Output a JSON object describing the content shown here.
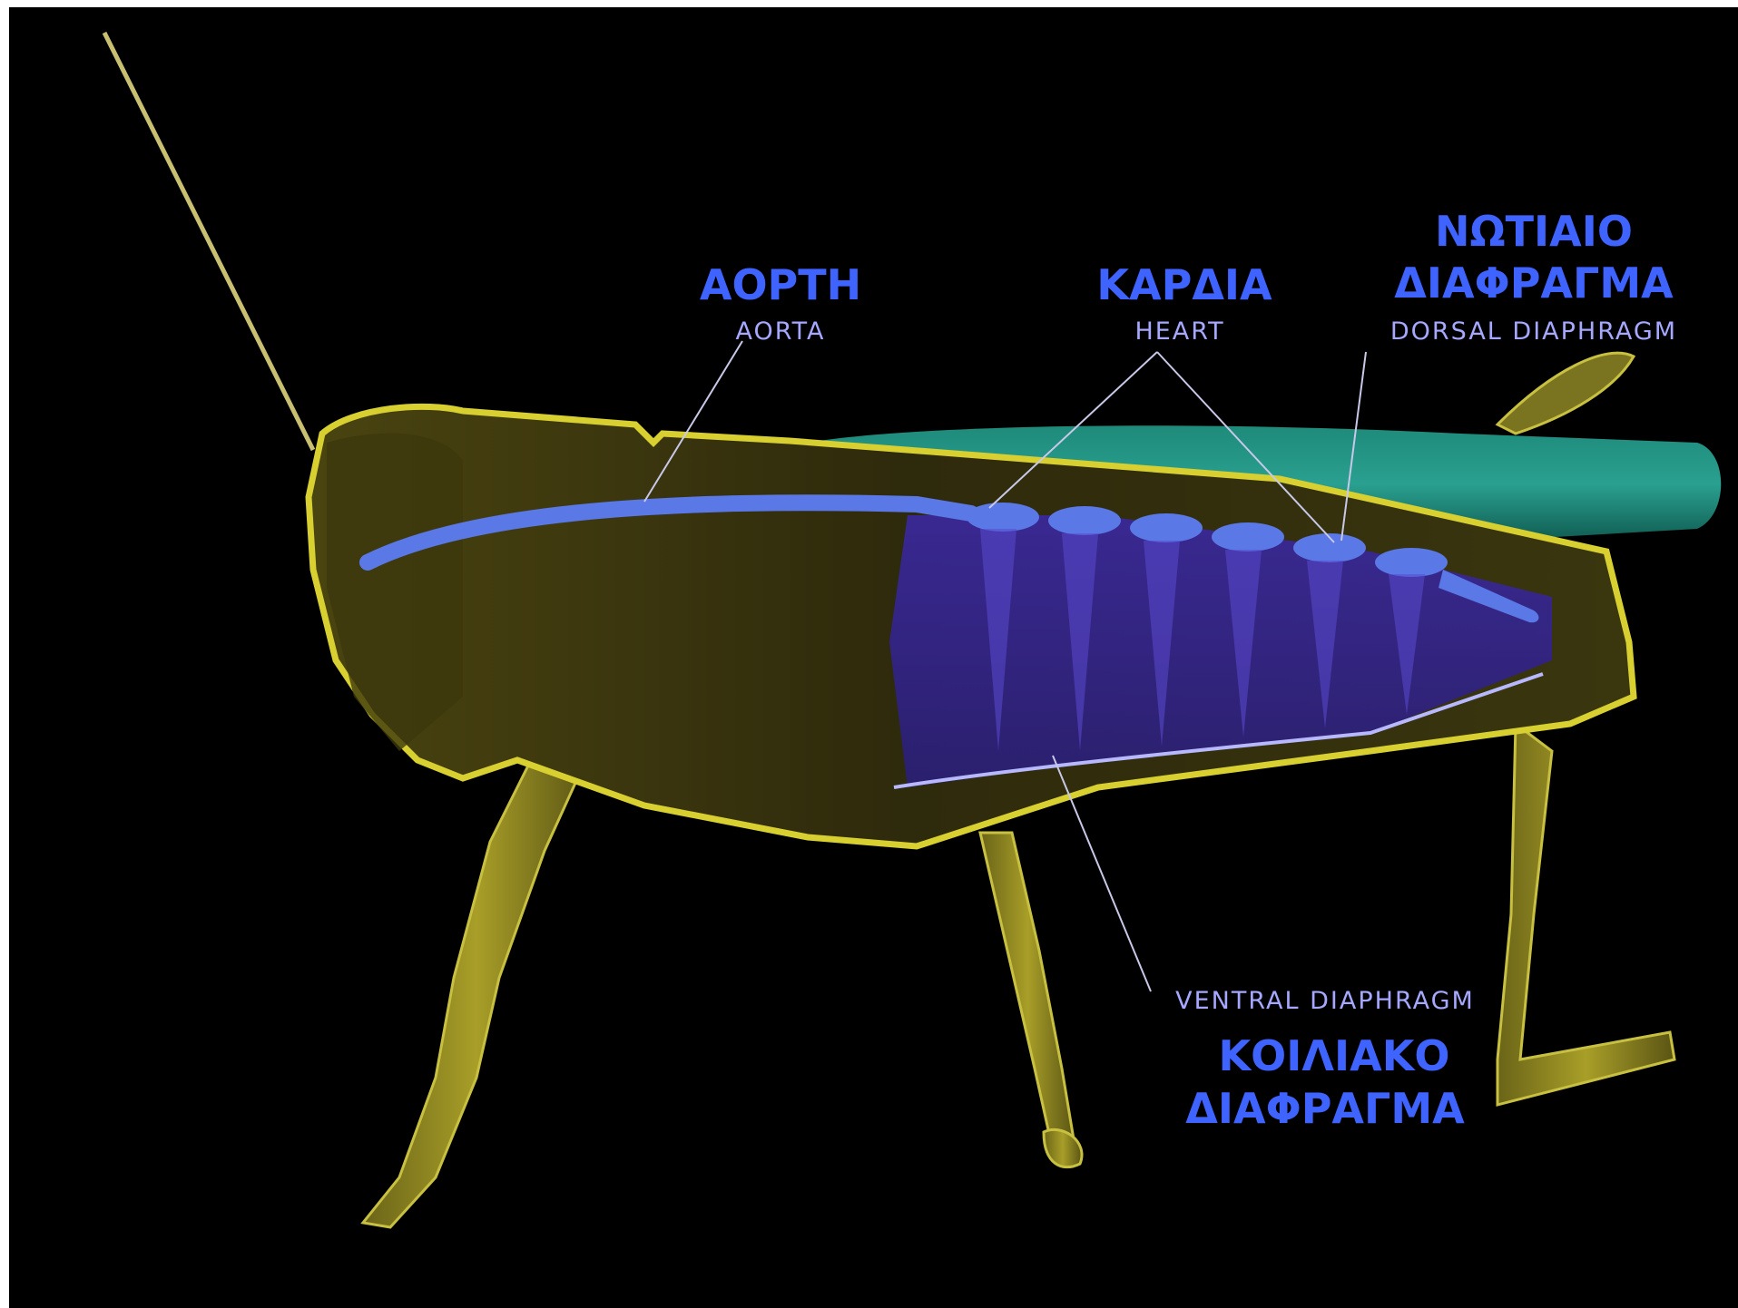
{
  "diagram": {
    "background_color": "#000000",
    "labels": {
      "aorta": {
        "greek": "ΑΟΡΤΗ",
        "english": "AORTA"
      },
      "heart": {
        "greek": "ΚΑΡΔΙΑ",
        "english": "HEART"
      },
      "dorsal_diaphragm": {
        "greek_line1": "ΝΩΤΙΑΙΟ",
        "greek_line2": "ΔΙΑΦΡΑΓΜΑ",
        "english": "DORSAL DIAPHRAGM"
      },
      "ventral_diaphragm": {
        "english": "VENTRAL DIAPHRAGM",
        "greek_line1": "ΚΟΙΛΙΑΚΟ",
        "greek_line2": "ΔΙΑΦΡΑΓΜΑ"
      }
    },
    "colors": {
      "greek_label": "#3f63ff",
      "english_label": "#a6a8ff",
      "body_outline": "#d8d030",
      "vessel": "#5a78e6",
      "wing": "#1e8a78"
    }
  }
}
